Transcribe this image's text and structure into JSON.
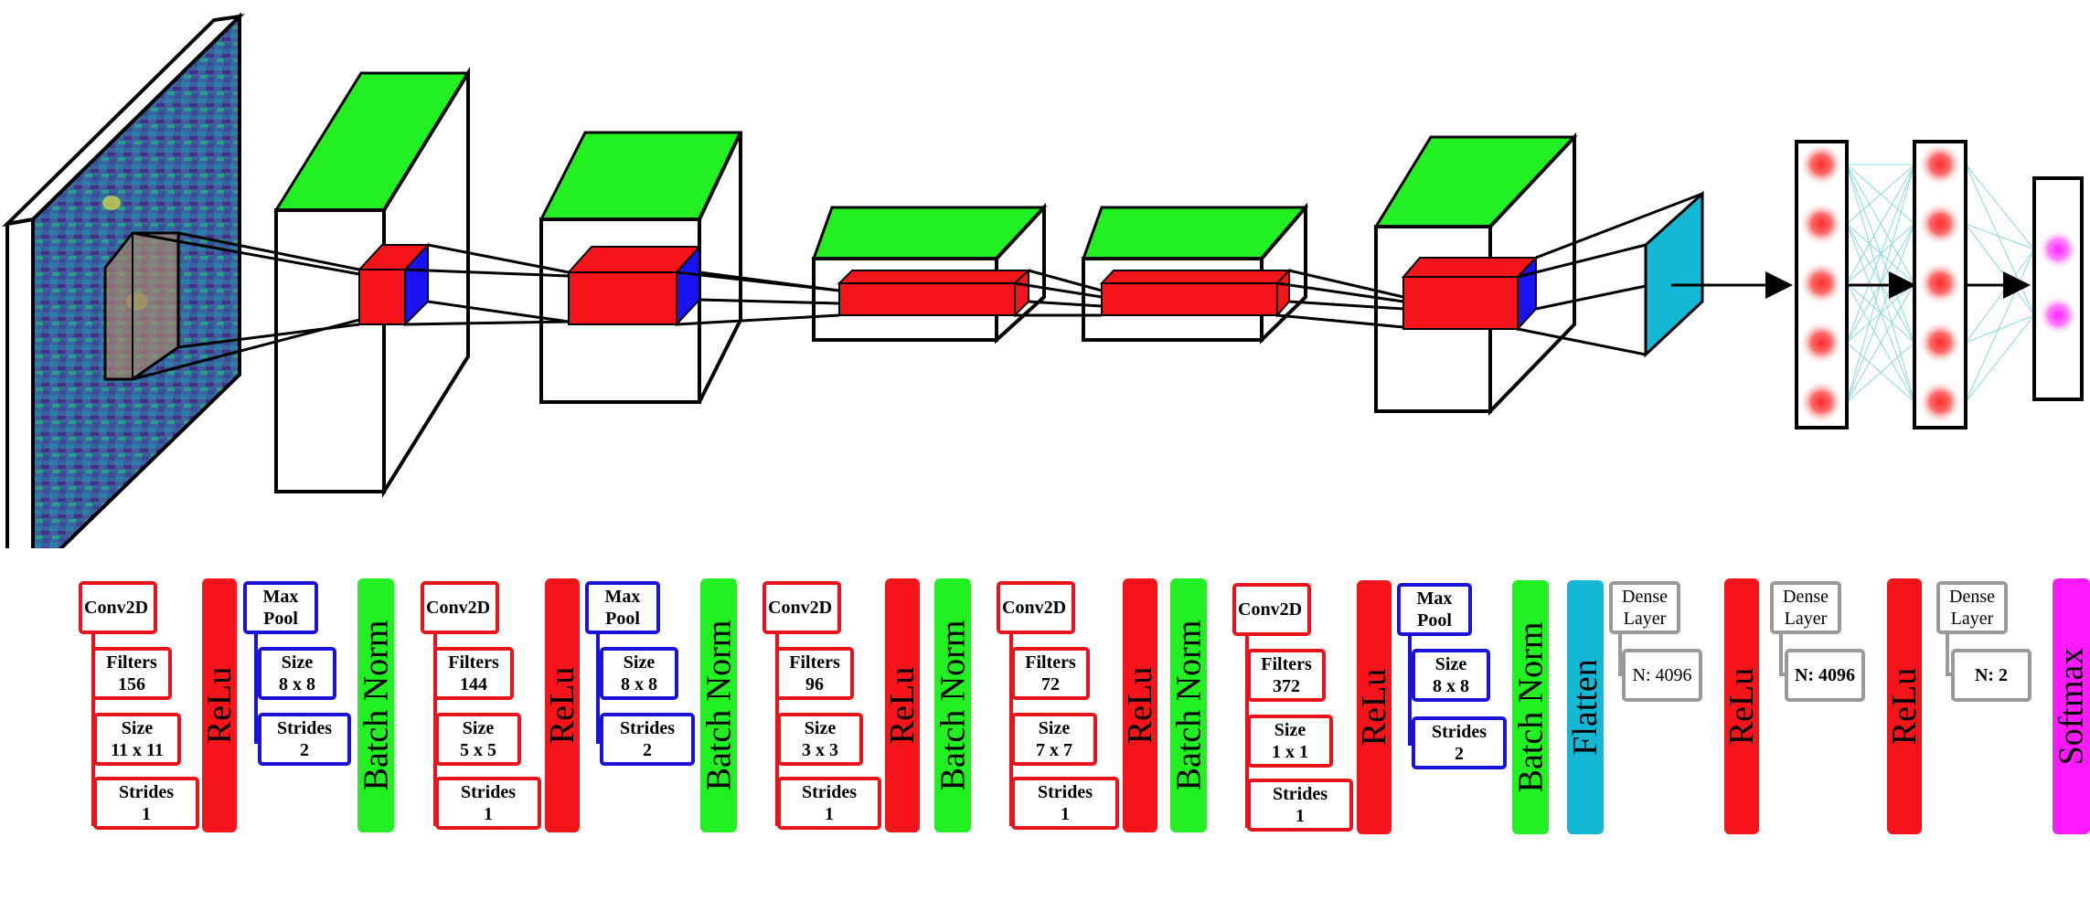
{
  "colors": {
    "relu": "#f5141a",
    "batchnorm": "#22f022",
    "flatten": "#14b8d4",
    "softmax": "#ff19ff",
    "conv_border": "#e8131b",
    "pool_border": "#1a12d8",
    "dense_border": "#9a9a9a"
  },
  "blocks": {
    "b1": {
      "conv": "Conv2D",
      "filters_label": "Filters",
      "filters": "156",
      "size_label": "Size",
      "size": "11 x 11",
      "strides_label": "Strides",
      "strides": "1",
      "relu": "ReLu",
      "pool_l1": "Max",
      "pool_l2": "Pool",
      "pool_size_label": "Size",
      "pool_size": "8 x 8",
      "pool_strides_label": "Strides",
      "pool_strides": "2",
      "bn": "Batch Norm"
    },
    "b2": {
      "conv": "Conv2D",
      "filters_label": "Filters",
      "filters": "144",
      "size_label": "Size",
      "size": "5 x 5",
      "strides_label": "Strides",
      "strides": "1",
      "relu": "ReLu",
      "pool_l1": "Max",
      "pool_l2": "Pool",
      "pool_size_label": "Size",
      "pool_size": "8 x 8",
      "pool_strides_label": "Strides",
      "pool_strides": "2",
      "bn": "Batch Norm"
    },
    "b3": {
      "conv": "Conv2D",
      "filters_label": "Filters",
      "filters": "96",
      "size_label": "Size",
      "size": "3 x 3",
      "strides_label": "Strides",
      "strides": "1",
      "relu": "ReLu",
      "bn": "Batch Norm"
    },
    "b4": {
      "conv": "Conv2D",
      "filters_label": "Filters",
      "filters": "72",
      "size_label": "Size",
      "size": "7 x 7",
      "strides_label": "Strides",
      "strides": "1",
      "relu": "ReLu",
      "bn": "Batch Norm"
    },
    "b5": {
      "conv": "Conv2D",
      "filters_label": "Filters",
      "filters": "372",
      "size_label": "Size",
      "size": "1 x 1",
      "strides_label": "Strides",
      "strides": "1",
      "relu": "ReLu",
      "pool_l1": "Max",
      "pool_l2": "Pool",
      "pool_size_label": "Size",
      "pool_size": "8 x 8",
      "pool_strides_label": "Strides",
      "pool_strides": "2",
      "bn": "Batch Norm"
    }
  },
  "flatten": "Flatten",
  "dense": [
    {
      "l1": "Dense",
      "l2": "Layer",
      "n": "N: 4096",
      "relu": "ReLu"
    },
    {
      "l1": "Dense",
      "l2": "Layer",
      "n": "N: 4096",
      "relu": "ReLu"
    },
    {
      "l1": "Dense",
      "l2": "Layer",
      "n": "N: 2"
    }
  ],
  "softmax": "Softmax"
}
